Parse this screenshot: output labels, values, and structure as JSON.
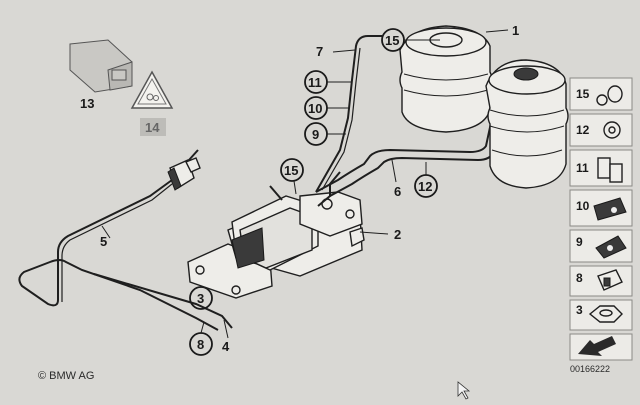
{
  "callouts": {
    "p1": "1",
    "p2": "2",
    "p3": "3",
    "p4": "4",
    "p5": "5",
    "p6": "6",
    "p7": "7",
    "p8": "8",
    "p9": "9",
    "p10": "10",
    "p11": "11",
    "p12": "12",
    "p13": "13",
    "p14": "14",
    "p15a": "15",
    "p15b": "15"
  },
  "sidebar": {
    "items": [
      {
        "label": "15"
      },
      {
        "label": "12"
      },
      {
        "label": "11"
      },
      {
        "label": "10"
      },
      {
        "label": "9"
      },
      {
        "label": "8"
      },
      {
        "label": "3"
      }
    ]
  },
  "footer": {
    "copyright": "© BMW AG",
    "diagram_id": "00166222"
  }
}
